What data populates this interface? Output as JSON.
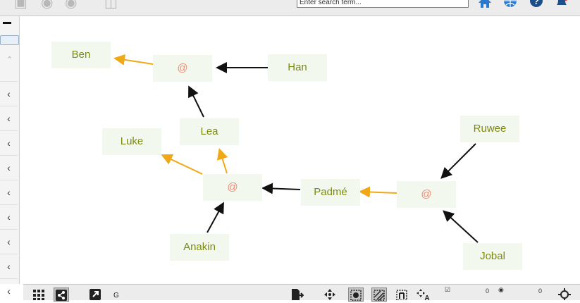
{
  "search": {
    "placeholder": "Enter search term..."
  },
  "top_icons": [
    "share-icon-faded",
    "eye-icon",
    "home-icon",
    "globe-icon",
    "help-icon",
    "bell-icon"
  ],
  "graph": {
    "nodes": [
      {
        "id": "ben",
        "label": "Ben"
      },
      {
        "id": "han",
        "label": "Han"
      },
      {
        "id": "lea",
        "label": "Lea"
      },
      {
        "id": "luke",
        "label": "Luke"
      },
      {
        "id": "padme",
        "label": "Padmé"
      },
      {
        "id": "ruwee",
        "label": "Ruwee"
      },
      {
        "id": "anakin",
        "label": "Anakin"
      },
      {
        "id": "jobal",
        "label": "Jobal"
      }
    ],
    "hubs": [
      {
        "id": "hub1",
        "label": "@"
      },
      {
        "id": "hub2",
        "label": "@"
      },
      {
        "id": "hub3",
        "label": "@"
      }
    ],
    "colors": {
      "parent_edge": "#111111",
      "child_edge": "#f0a818",
      "node_text": "#7c8a12",
      "hub_text": "#f08a70",
      "node_bg": "#f3f8ee"
    }
  },
  "bottom": {
    "label": "G",
    "counts": {
      "nodes_checked": "0",
      "nodes_hidden": "0"
    }
  }
}
